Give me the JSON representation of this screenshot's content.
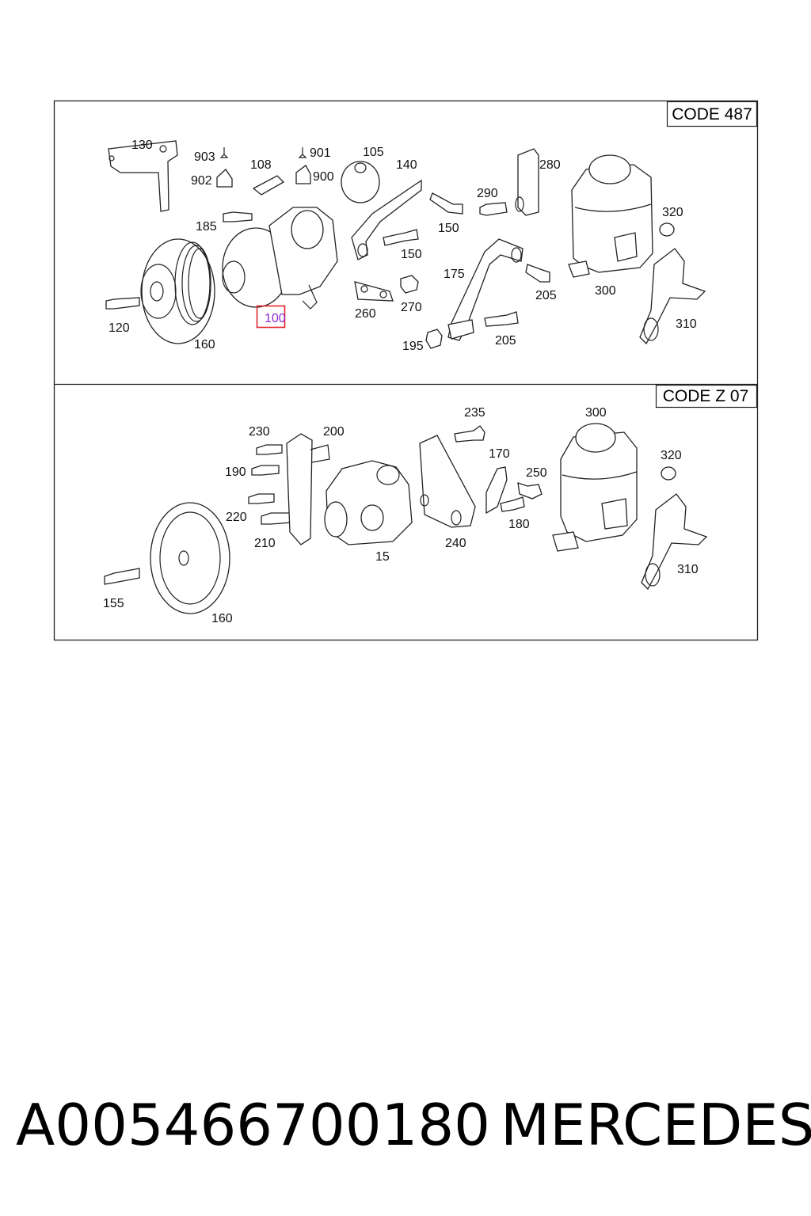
{
  "panels": [
    {
      "code": "CODE 487",
      "labels": [
        {
          "id": "p130",
          "text": "130"
        },
        {
          "id": "p903",
          "text": "903"
        },
        {
          "id": "p902",
          "text": "902"
        },
        {
          "id": "p108",
          "text": "108"
        },
        {
          "id": "p901",
          "text": "901"
        },
        {
          "id": "p900",
          "text": "900"
        },
        {
          "id": "p105",
          "text": "105"
        },
        {
          "id": "p140",
          "text": "140"
        },
        {
          "id": "p280",
          "text": "280"
        },
        {
          "id": "p290",
          "text": "290"
        },
        {
          "id": "p185",
          "text": "185"
        },
        {
          "id": "p150a",
          "text": "150"
        },
        {
          "id": "p150b",
          "text": "150"
        },
        {
          "id": "p320",
          "text": "320"
        },
        {
          "id": "p175",
          "text": "175"
        },
        {
          "id": "p205a",
          "text": "205"
        },
        {
          "id": "p300",
          "text": "300"
        },
        {
          "id": "p270",
          "text": "270"
        },
        {
          "id": "p260",
          "text": "260"
        },
        {
          "id": "p120",
          "text": "120"
        },
        {
          "id": "p160",
          "text": "160"
        },
        {
          "id": "p195",
          "text": "195"
        },
        {
          "id": "p205b",
          "text": "205"
        },
        {
          "id": "p310",
          "text": "310"
        }
      ],
      "highlight": {
        "text": "100",
        "color": "#e0262b"
      }
    },
    {
      "code": "CODE Z 07",
      "labels": [
        {
          "id": "q235",
          "text": "235"
        },
        {
          "id": "q300",
          "text": "300"
        },
        {
          "id": "q230",
          "text": "230"
        },
        {
          "id": "q200",
          "text": "200"
        },
        {
          "id": "q170",
          "text": "170"
        },
        {
          "id": "q320",
          "text": "320"
        },
        {
          "id": "q190",
          "text": "190"
        },
        {
          "id": "q250",
          "text": "250"
        },
        {
          "id": "q220",
          "text": "220"
        },
        {
          "id": "q180",
          "text": "180"
        },
        {
          "id": "q210",
          "text": "210"
        },
        {
          "id": "q240",
          "text": "240"
        },
        {
          "id": "q15",
          "text": "15"
        },
        {
          "id": "q155",
          "text": "155"
        },
        {
          "id": "q160",
          "text": "160"
        },
        {
          "id": "q310",
          "text": "310"
        }
      ]
    }
  ],
  "footer": {
    "part_number": "A005466700180",
    "brand": "MERCEDES"
  }
}
